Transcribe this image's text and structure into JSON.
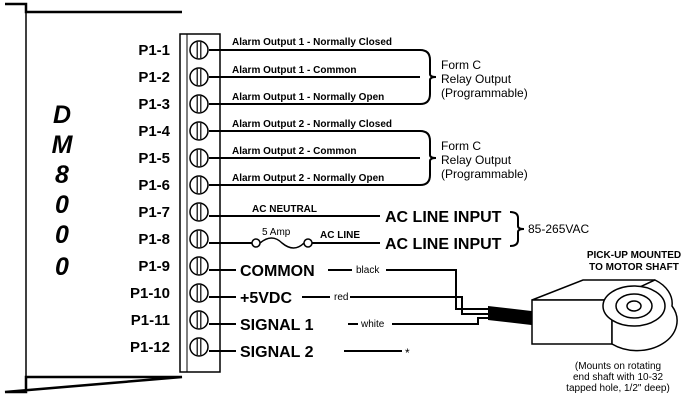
{
  "model_letters": [
    "D",
    "M",
    "8",
    "0",
    "0",
    "0"
  ],
  "pins": [
    {
      "pin": "P1-1",
      "label": "Alarm Output 1 - Normally Closed"
    },
    {
      "pin": "P1-2",
      "label": "Alarm Output 1 - Common"
    },
    {
      "pin": "P1-3",
      "label": "Alarm Output 1 - Normally Open"
    },
    {
      "pin": "P1-4",
      "label": "Alarm Output 2 - Normally Closed"
    },
    {
      "pin": "P1-5",
      "label": "Alarm Output 2 - Common"
    },
    {
      "pin": "P1-6",
      "label": "Alarm Output 2 - Normally Open"
    },
    {
      "pin": "P1-7",
      "label": "AC NEUTRAL"
    },
    {
      "pin": "P1-8",
      "label": "AC LINE"
    },
    {
      "pin": "P1-9",
      "label": "COMMON"
    },
    {
      "pin": "P1-10",
      "label": "+5VDC"
    },
    {
      "pin": "P1-11",
      "label": "SIGNAL 1"
    },
    {
      "pin": "P1-12",
      "label": "SIGNAL 2"
    }
  ],
  "relay_groups": [
    {
      "line1": "Form C",
      "line2": "Relay Output",
      "line3": "(Programmable)"
    },
    {
      "line1": "Form C",
      "line2": "Relay Output",
      "line3": "(Programmable)"
    }
  ],
  "ac": {
    "fuse": "5 Amp",
    "input_label_1": "AC LINE INPUT",
    "input_label_2": "AC LINE INPUT",
    "voltage": "85-265VAC"
  },
  "wire_colors": {
    "common": "black",
    "vdc": "red",
    "signal1": "white"
  },
  "signal2_marker": "*",
  "pickup": {
    "title_1": "PICK-UP MOUNTED",
    "title_2": "TO MOTOR SHAFT",
    "note_1": "(Mounts on rotating",
    "note_2": "end shaft with 10-32",
    "note_3": "tapped hole, 1/2\" deep)"
  }
}
